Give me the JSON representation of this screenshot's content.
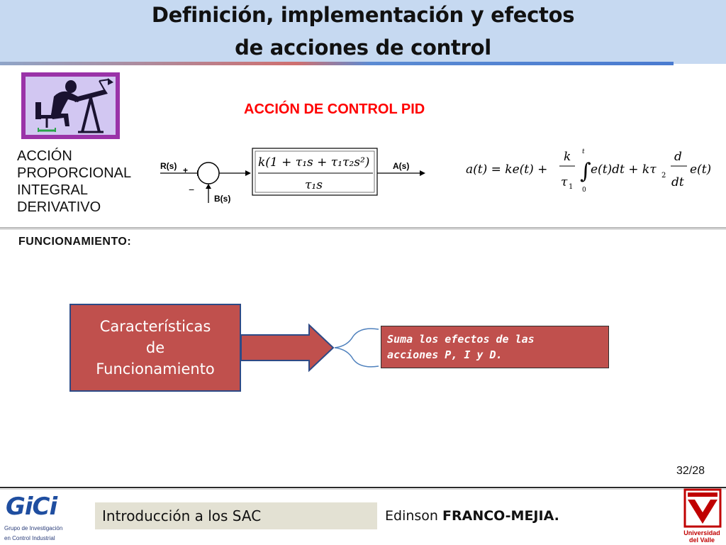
{
  "title": {
    "line1": "Definición, implementación y efectos",
    "line2": "de acciones de control"
  },
  "section_title": "ACCIÓN DE CONTROL PID",
  "action_kind": [
    "ACCIÓN",
    "PROPORCIONAL",
    "INTEGRAL",
    "DERIVATIVO"
  ],
  "block_diagram": {
    "input_label": "R(s)",
    "plus_sign": "+",
    "minus_sign": "−",
    "feedback_label": "B(s)",
    "output_label": "A(s)"
  },
  "funcionamiento_label": "FUNCIONAMIENTO:",
  "characteristics_box": [
    "Características",
    "de",
    "Funcionamiento"
  ],
  "effects_box": [
    "Suma los efectos de las",
    "acciones P, I y D."
  ],
  "page_number": "32/28",
  "footer": {
    "course": "Introducción a los SAC",
    "author_first": "Edinson ",
    "author_last": "FRANCO-MEJIA.",
    "gici_name": "GiCi",
    "gici_line1": "Grupo de Investigación",
    "gici_line2": "en Control Industrial",
    "univ_line1": "Universidad",
    "univ_line2": "del Valle"
  },
  "colors": {
    "title_band": "#c6d9f1",
    "pid_title": "#ff0000",
    "box_fill": "#c0504d",
    "logo_border": "#9a33a8"
  }
}
